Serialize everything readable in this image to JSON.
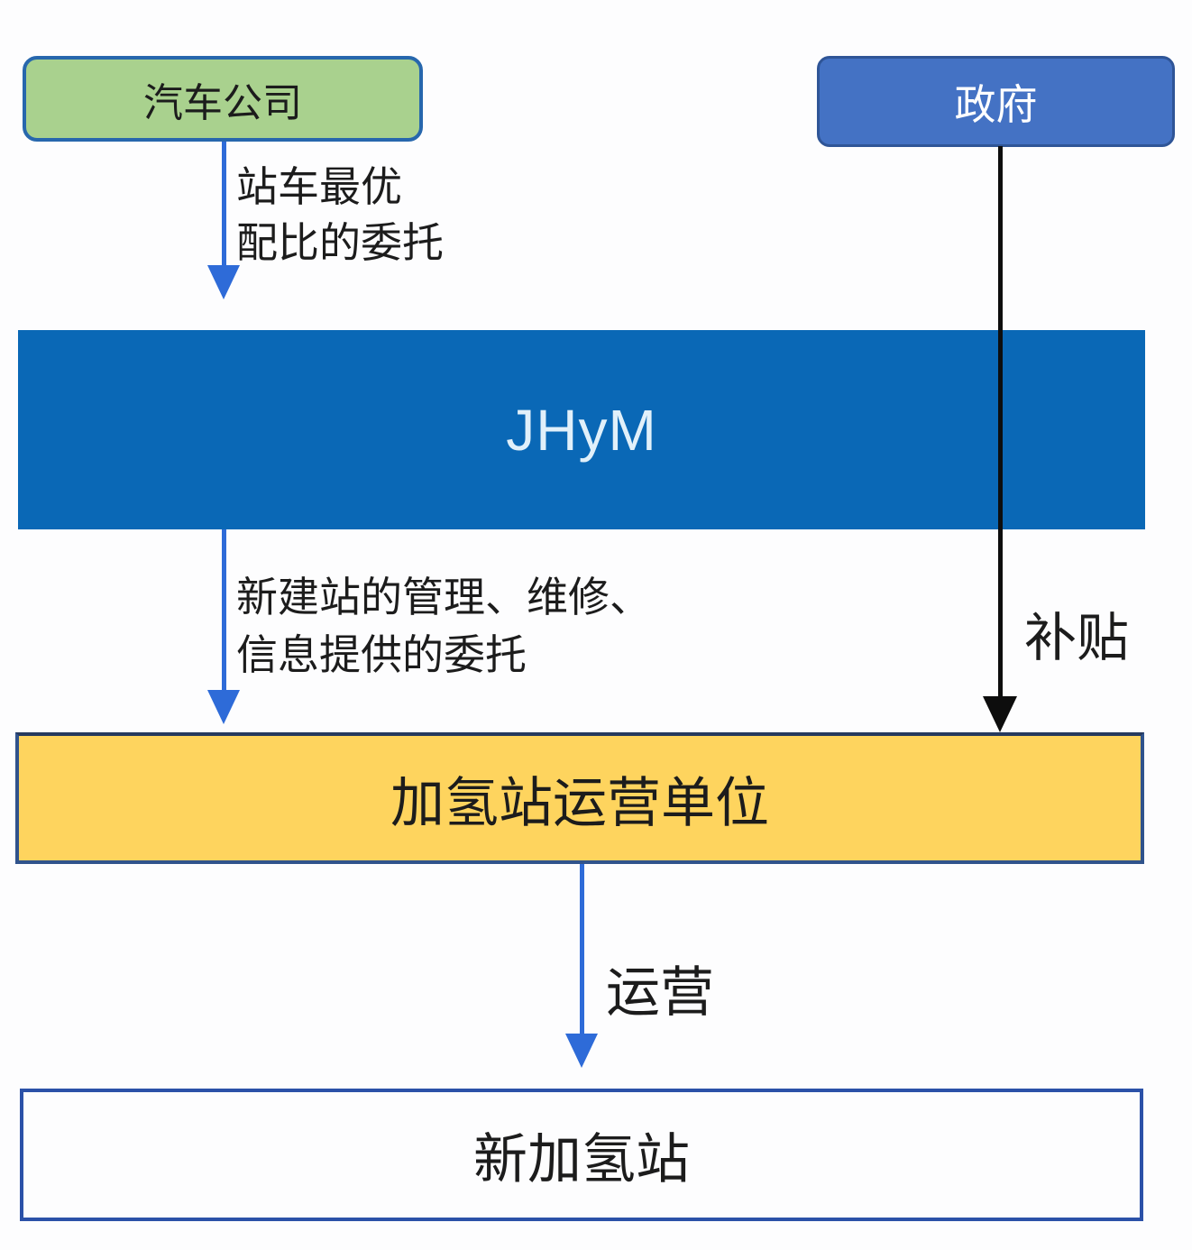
{
  "nodes": {
    "car_company": {
      "label": "汽车公司"
    },
    "government": {
      "label": "政府"
    },
    "jhym": {
      "label": "JHyM"
    },
    "station_operator": {
      "label": "加氢站运营单位"
    },
    "new_station": {
      "label": "新加氢站"
    }
  },
  "edges": {
    "station_vehicle_ratio": {
      "from": "car_company",
      "to": "jhym",
      "label": "站车最优\n配比的委托"
    },
    "new_station_mgmt": {
      "from": "jhym",
      "to": "station_operator",
      "label": "新建站的管理、维修、\n信息提供的委托"
    },
    "subsidy": {
      "from": "government",
      "to": "station_operator",
      "label": "补贴"
    },
    "operation": {
      "from": "station_operator",
      "to": "new_station",
      "label": "运营"
    }
  },
  "colors": {
    "green_fill": "#a9d18e",
    "green_border": "#2767ad",
    "gov_fill": "#4472c4",
    "gov_border": "#2f5597",
    "jhym_fill": "#0a68b6",
    "jhym_text": "#e1f0fa",
    "yellow_fill": "#fed45e",
    "yellow_border": "#30538c",
    "outline_box_border": "#2b51a8",
    "arrow_blue": "#2e6bd8",
    "arrow_black": "#0d0d0d"
  }
}
